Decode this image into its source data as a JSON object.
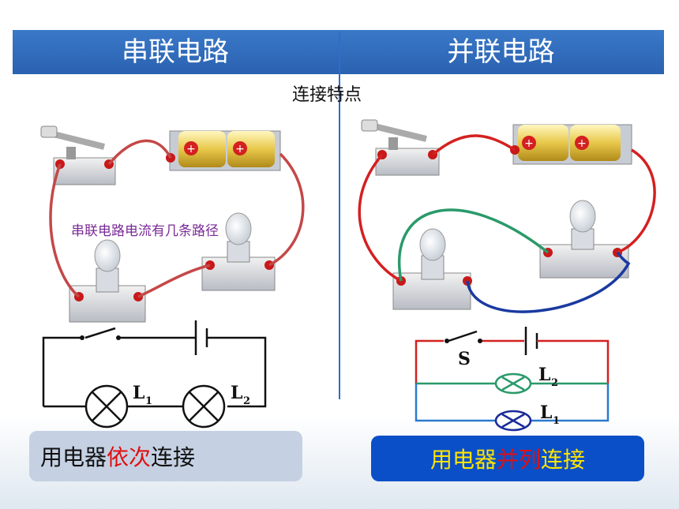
{
  "header": {
    "left_title": "串联电路",
    "right_title": "并联电路"
  },
  "subtitle": "连接特点",
  "series_question": "串联电路电流有几条路径",
  "left_summary": {
    "part1": "用电器",
    "highlight": "依次",
    "part2": "连接"
  },
  "right_summary": {
    "part1": "用电器",
    "highlight": "并列",
    "part2": "连接"
  },
  "labels": {
    "l1_left": "L",
    "l1_sub": "1",
    "l2_left": "L",
    "l2_sub": "2",
    "switch": "S",
    "l2_right": "L",
    "l2_right_sub": "2",
    "l1_right": "L",
    "l1_right_sub": "1"
  },
  "colors": {
    "header": "#2a62b0",
    "wire_red": "#d42020",
    "wire_green": "#2a9a6a",
    "wire_blue": "#1a3aa0"
  }
}
